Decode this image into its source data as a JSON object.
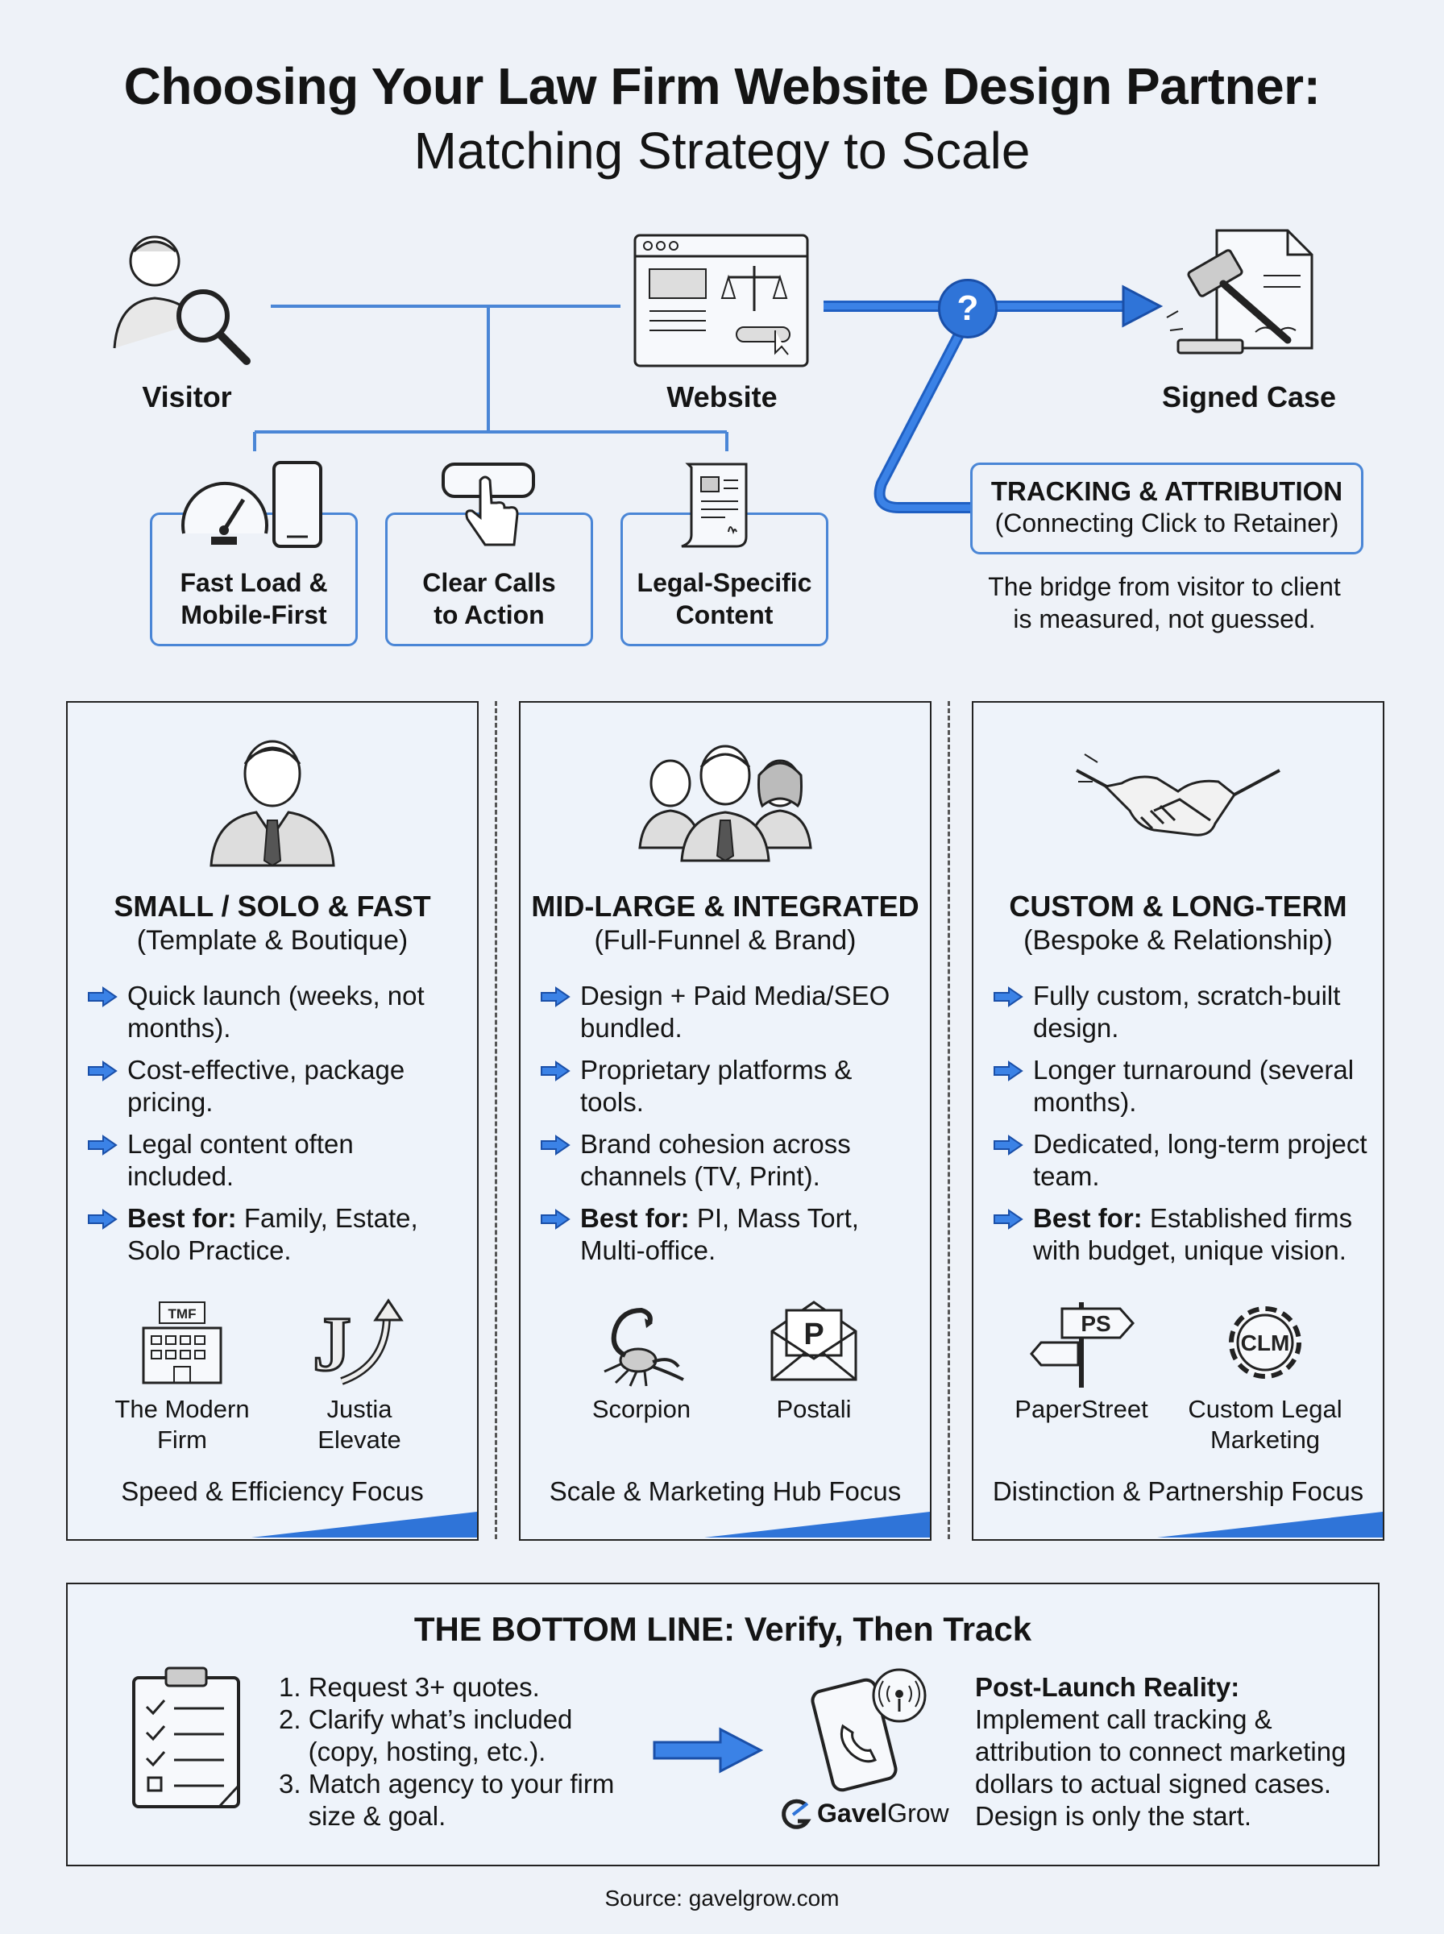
{
  "title": {
    "line1": "Choosing Your Law Firm Website Design Partner:",
    "line2": "Matching Strategy to Scale"
  },
  "flow": {
    "visitor": "Visitor",
    "website": "Website",
    "signed_case": "Signed Case",
    "question": "?"
  },
  "features": [
    {
      "line1": "Fast Load &",
      "line2": "Mobile-First"
    },
    {
      "line1": "Clear Calls",
      "line2": "to Action"
    },
    {
      "line1": "Legal-Specific",
      "line2": "Content"
    }
  ],
  "tracking": {
    "title": "TRACKING & ATTRIBUTION",
    "subtitle": "(Connecting Click to Retainer)",
    "note_line1": "The bridge from visitor to client",
    "note_line2": "is measured, not guessed."
  },
  "panels": [
    {
      "title": "SMALL / SOLO & FAST",
      "subtitle": "(Template & Boutique)",
      "items": [
        {
          "prefix": "",
          "text": "Quick launch (weeks, not months)."
        },
        {
          "prefix": "",
          "text": "Cost-effective, package pricing."
        },
        {
          "prefix": "",
          "text": "Legal content often included."
        },
        {
          "prefix": "Best for:",
          "text": " Family, Estate, Solo Practice."
        }
      ],
      "logos": [
        {
          "badge": "TMF",
          "name_line1": "The Modern",
          "name_line2": "Firm"
        },
        {
          "badge": "J",
          "name_line1": "Justia",
          "name_line2": "Elevate"
        }
      ],
      "focus": "Speed & Efficiency Focus"
    },
    {
      "title": "MID-LARGE & INTEGRATED",
      "subtitle": "(Full-Funnel & Brand)",
      "items": [
        {
          "prefix": "",
          "text": "Design + Paid Media/SEO bundled."
        },
        {
          "prefix": "",
          "text": "Proprietary platforms & tools."
        },
        {
          "prefix": "",
          "text": "Brand cohesion across channels (TV, Print)."
        },
        {
          "prefix": "Best for:",
          "text": " PI, Mass Tort, Multi-office."
        }
      ],
      "logos": [
        {
          "badge": "",
          "name_line1": "Scorpion",
          "name_line2": ""
        },
        {
          "badge": "P",
          "name_line1": "Postali",
          "name_line2": ""
        }
      ],
      "focus": "Scale & Marketing Hub Focus"
    },
    {
      "title": "CUSTOM & LONG-TERM",
      "subtitle": "(Bespoke & Relationship)",
      "items": [
        {
          "prefix": "",
          "text": "Fully custom, scratch-built design."
        },
        {
          "prefix": "",
          "text": "Longer turnaround (several months)."
        },
        {
          "prefix": "",
          "text": "Dedicated, long-term project team."
        },
        {
          "prefix": "Best for:",
          "text": " Established firms with budget, unique vision."
        }
      ],
      "logos": [
        {
          "badge": "PS",
          "name_line1": "PaperStreet",
          "name_line2": ""
        },
        {
          "badge": "CLM",
          "name_line1": "Custom Legal",
          "name_line2": "Marketing"
        }
      ],
      "focus": "Distinction & Partnership Focus"
    }
  ],
  "bottom": {
    "title": "THE BOTTOM LINE: Verify, Then Track",
    "steps": [
      "1. Request 3+ quotes.",
      "2. Clarify what’s included",
      "    (copy, hosting, etc.).",
      "3. Match agency to your firm",
      "    size & goal."
    ],
    "post_heading": "Post-Launch Reality:",
    "post_lines": [
      "Implement call tracking &",
      "attribution to connect marketing",
      "dollars to actual signed cases.",
      "Design is only the start."
    ],
    "brand_bold": "Gavel",
    "brand_rest": "Grow"
  },
  "source": "Source: gavelgrow.com",
  "colors": {
    "accent": "#2f74d8",
    "outline": "#4a86d6",
    "ink": "#141414",
    "background": "#eef2f8"
  }
}
